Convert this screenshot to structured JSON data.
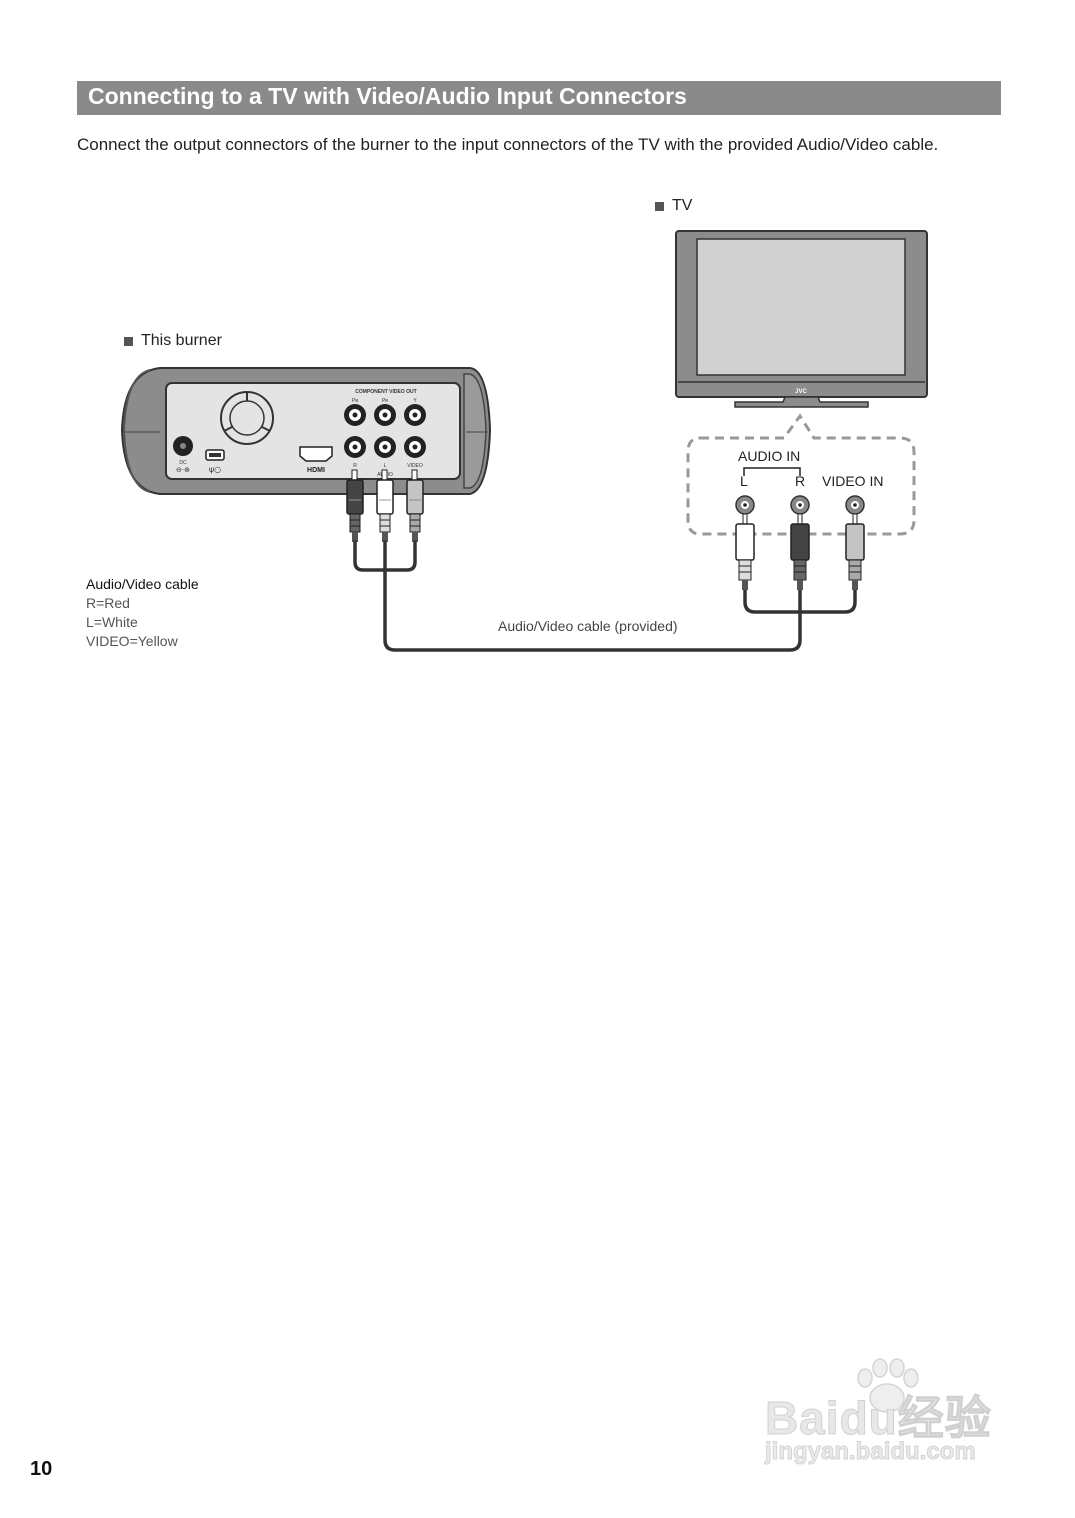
{
  "header": {
    "title": "Connecting to a TV with Video/Audio Input Connectors"
  },
  "intro": "Connect the output connectors of the burner to the input connectors of the TV with the provided Audio/Video cable.",
  "labels": {
    "tv": "TV",
    "burner": "This burner"
  },
  "burner_panel": {
    "component_label": "COMPONENT VIDEO OUT",
    "pb": "Pʙ",
    "pr": "Pʀ",
    "y": "Y",
    "r": "R",
    "l": "L",
    "video": "VIDEO",
    "audio": "AUDIO",
    "dc": "DC",
    "hdmi": "HDMI"
  },
  "tv_panel": {
    "brand": "JVC",
    "audio_in": "AUDIO IN",
    "l": "L",
    "r": "R",
    "video_in": "VIDEO IN"
  },
  "legend": {
    "title": "Audio/Video cable",
    "items": [
      "R=Red",
      "L=White",
      "VIDEO=Yellow"
    ]
  },
  "cable_label": "Audio/Video cable (provided)",
  "page_number": "10",
  "watermark": {
    "logo": "Baidu经验",
    "url": "jingyan.baidu.com"
  }
}
